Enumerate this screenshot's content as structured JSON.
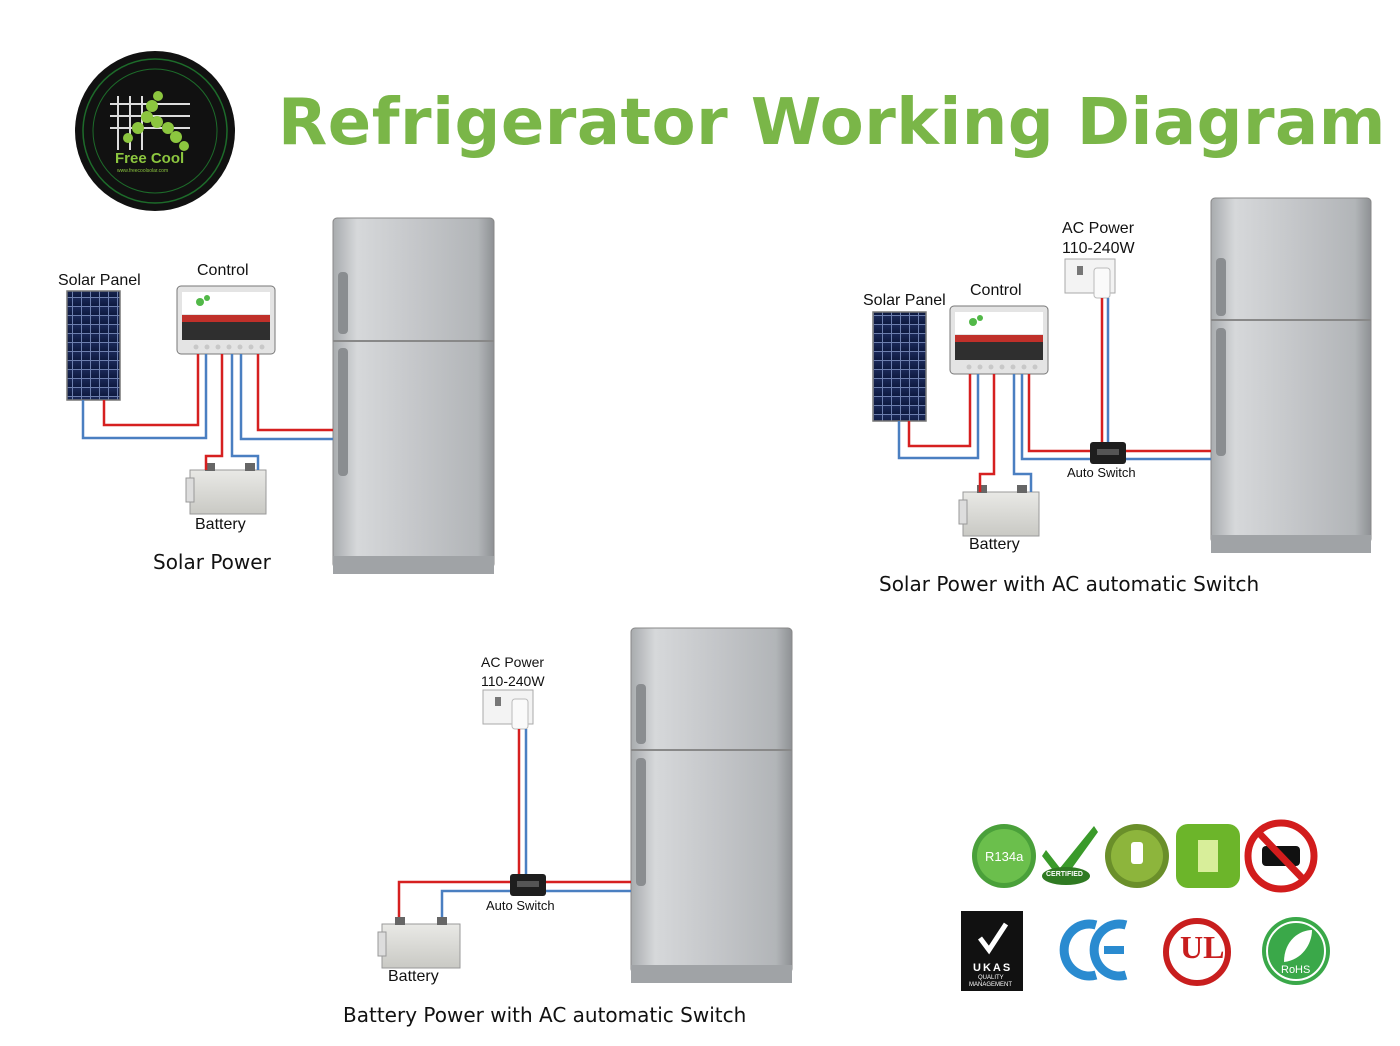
{
  "header": {
    "title": "Refrigerator Working Diagram",
    "logo_text": "Free Cool",
    "logo_url_text": "www.freecoolsolar.com"
  },
  "diagram1": {
    "solar_panel_label": "Solar Panel",
    "control_label": "Control",
    "battery_label": "Battery",
    "caption": "Solar Power"
  },
  "diagram2": {
    "ac_power_label": "AC Power",
    "ac_power_range": "110-240W",
    "solar_panel_label": "Solar Panel",
    "control_label": "Control",
    "auto_switch_label": "Auto Switch",
    "battery_label": "Battery",
    "caption": "Solar Power  with AC automatic Switch"
  },
  "diagram3": {
    "ac_power_label": "AC Power",
    "ac_power_range": "110-240W",
    "auto_switch_label": "Auto Switch",
    "battery_label": "Battery",
    "caption": "Battery Power  with AC automatic Switch"
  },
  "certifications": {
    "r134a": "R134a",
    "certified": "CERTIFIED",
    "ukas_line1": "UKAS",
    "ukas_line2": "QUALITY",
    "ukas_line3": "MANAGEMENT",
    "ce": "CE",
    "ul": "UL",
    "rohs": "RoHS"
  },
  "colors": {
    "title_green": "#7ab648",
    "wire_red": "#d62020",
    "wire_blue": "#4a7fc1"
  }
}
